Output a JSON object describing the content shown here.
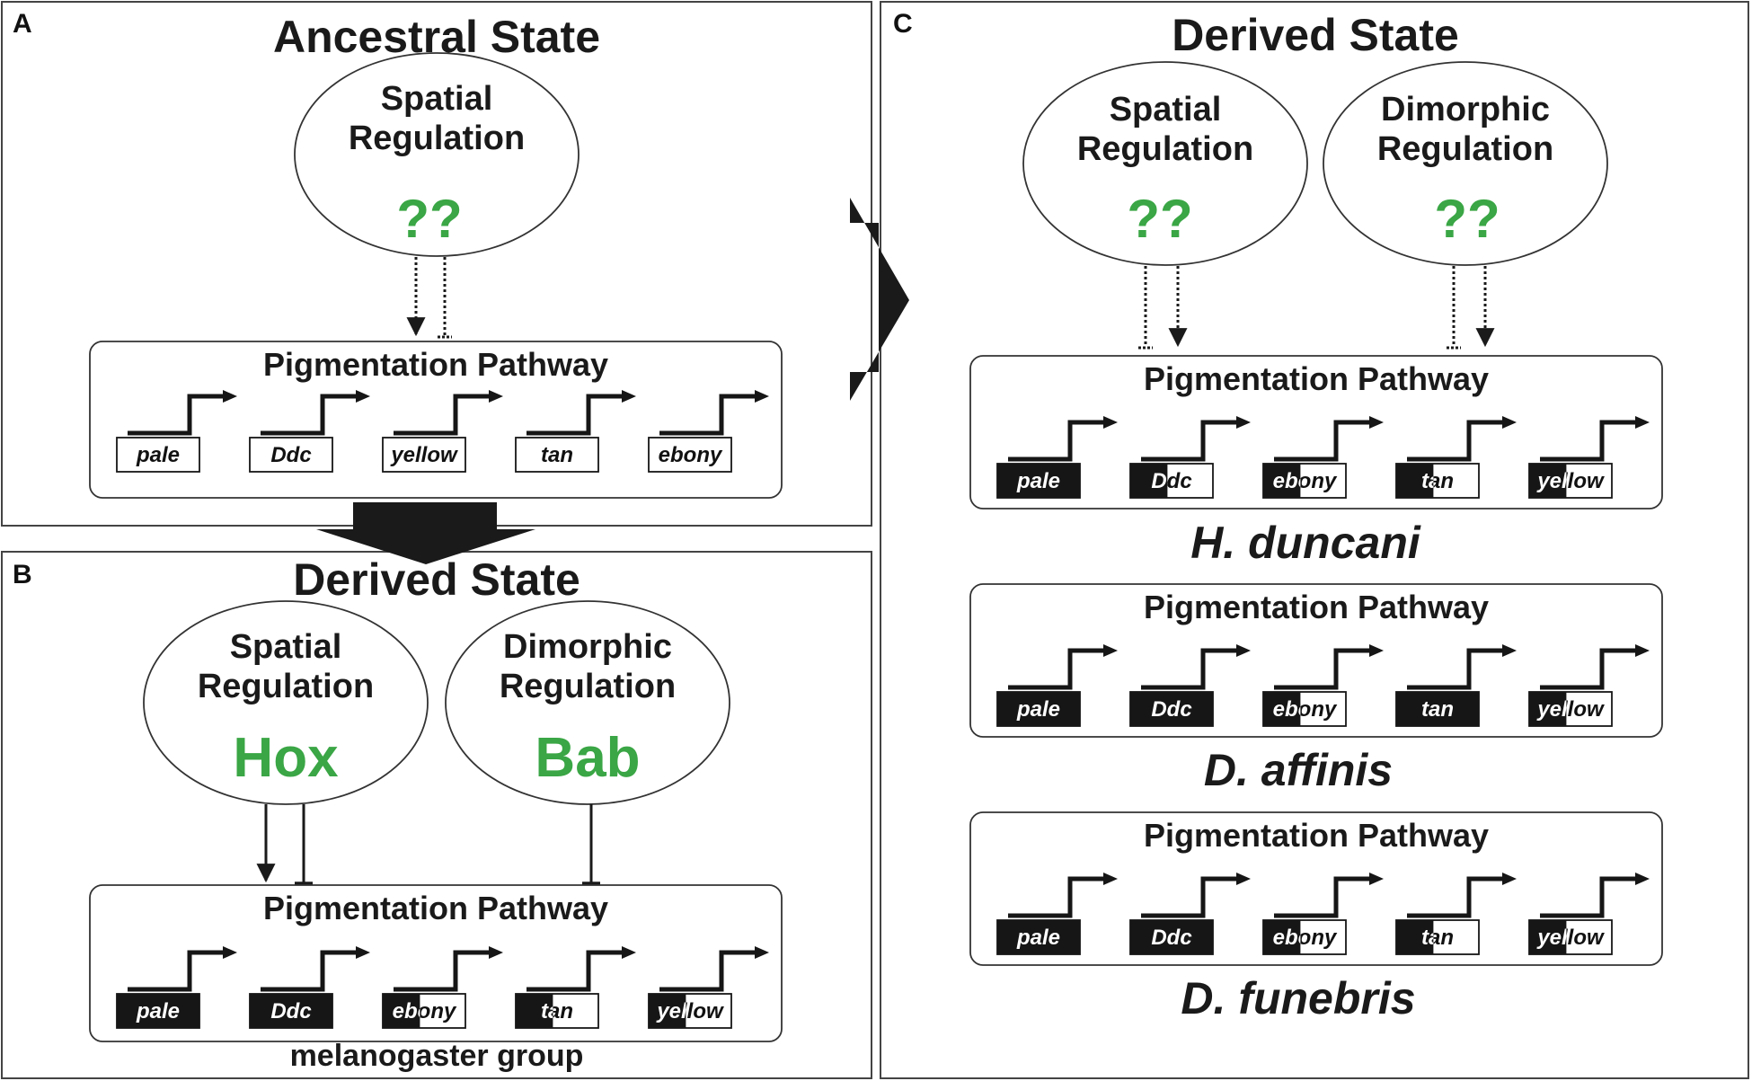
{
  "panels": {
    "A": {
      "letter": "A",
      "title": "Ancestral State",
      "regulators": [
        {
          "line1": "Spatial",
          "line2": "Regulation",
          "factor": "??"
        }
      ],
      "pathway": {
        "title": "Pigmentation Pathway",
        "genes": [
          {
            "name": "pale",
            "dark": 0
          },
          {
            "name": "Ddc",
            "dark": 0
          },
          {
            "name": "yellow",
            "dark": 0
          },
          {
            "name": "tan",
            "dark": 0
          },
          {
            "name": "ebony",
            "dark": 0
          }
        ]
      }
    },
    "B": {
      "letter": "B",
      "title": "Derived State",
      "regulators": [
        {
          "line1": "Spatial",
          "line2": "Regulation",
          "factor": "Hox"
        },
        {
          "line1": "Dimorphic",
          "line2": "Regulation",
          "factor": "Bab"
        }
      ],
      "pathway": {
        "title": "Pigmentation Pathway",
        "genes": [
          {
            "name": "pale",
            "dark": 1
          },
          {
            "name": "Ddc",
            "dark": 1
          },
          {
            "name": "ebony",
            "dark": 0.45
          },
          {
            "name": "tan",
            "dark": 0.45
          },
          {
            "name": "yellow",
            "dark": 0.45
          }
        ]
      },
      "group": "melanogaster group"
    },
    "C": {
      "letter": "C",
      "title": "Derived State",
      "regulators": [
        {
          "line1": "Spatial",
          "line2": "Regulation",
          "factor": "??"
        },
        {
          "line1": "Dimorphic",
          "line2": "Regulation",
          "factor": "??"
        }
      ],
      "species": [
        {
          "name": "H. duncani",
          "pathway": {
            "title": "Pigmentation Pathway",
            "genes": [
              {
                "name": "pale",
                "dark": 1
              },
              {
                "name": "Ddc",
                "dark": 0.45
              },
              {
                "name": "ebony",
                "dark": 0.45
              },
              {
                "name": "tan",
                "dark": 0.45
              },
              {
                "name": "yellow",
                "dark": 0.45
              }
            ]
          }
        },
        {
          "name": "D. affinis",
          "pathway": {
            "title": "Pigmentation Pathway",
            "genes": [
              {
                "name": "pale",
                "dark": 1
              },
              {
                "name": "Ddc",
                "dark": 1
              },
              {
                "name": "ebony",
                "dark": 0.45
              },
              {
                "name": "tan",
                "dark": 1
              },
              {
                "name": "yellow",
                "dark": 0.45
              }
            ]
          }
        },
        {
          "name": "D. funebris",
          "pathway": {
            "title": "Pigmentation Pathway",
            "genes": [
              {
                "name": "pale",
                "dark": 1
              },
              {
                "name": "Ddc",
                "dark": 1
              },
              {
                "name": "ebony",
                "dark": 0.45
              },
              {
                "name": "tan",
                "dark": 0.45
              },
              {
                "name": "yellow",
                "dark": 0.45
              }
            ]
          }
        }
      ]
    }
  },
  "colors": {
    "factor_green": "#3aa645",
    "gene_dark": "#161616",
    "line": "#1a1a1a"
  }
}
